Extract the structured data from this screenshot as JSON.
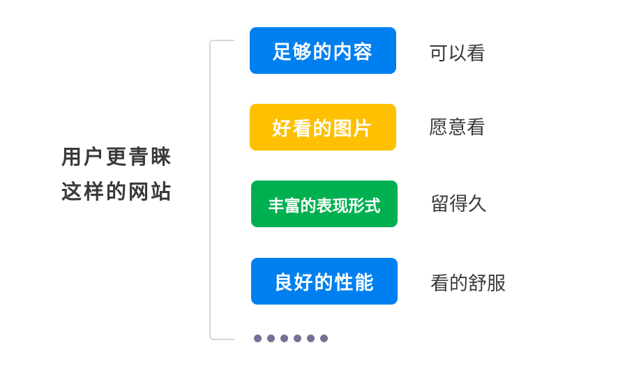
{
  "title_lines": [
    "用户更青睐",
    "这样的网站"
  ],
  "items": [
    {
      "label": "足够的内容",
      "note": "可以看",
      "color": "#0080f0"
    },
    {
      "label": "好看的图片",
      "note": "愿意看",
      "color": "#fec000"
    },
    {
      "label": "丰富的表现形式",
      "note": "留得久",
      "color": "#00b050"
    },
    {
      "label": "良好的性能",
      "note": "看的舒服",
      "color": "#0080f0"
    }
  ],
  "more_dots": 6
}
